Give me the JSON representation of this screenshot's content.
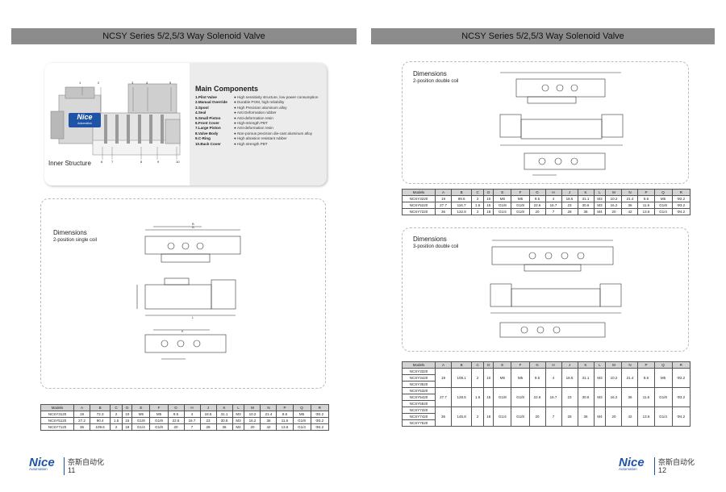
{
  "left_page": {
    "header": "NCSY Series 5/2,5/3 Way Solenoid Valve",
    "main_components": {
      "title": "Main Components",
      "items": [
        {
          "name": "1.Pilot Valve",
          "desc": "High sensitivity structure, low power consumption"
        },
        {
          "name": "2.Manual Override",
          "desc": "Durable POM, high reliability"
        },
        {
          "name": "3.Spool",
          "desc": "High Precision aluminum alloy"
        },
        {
          "name": "4.Seal",
          "desc": "Anti Deformation rubber"
        },
        {
          "name": "5.Small Piston",
          "desc": "Anti-deformation resin"
        },
        {
          "name": "6.Front Cover",
          "desc": "High-strength PBT"
        },
        {
          "name": "7.Large Piston",
          "desc": "Anti-deformation resin"
        },
        {
          "name": "8.Valve Body",
          "desc": "Non-porous precision die-cast aluminum alloy"
        },
        {
          "name": "9.C-Ring",
          "desc": "High abrasion resistant rubber"
        },
        {
          "name": "10.Back Cover",
          "desc": "High strength PBT"
        }
      ]
    },
    "inner_structure_label": "Inner Structure",
    "photo_brand": "Nice",
    "photo_brand_sub": "Automation",
    "callouts_top": [
      "1",
      "2",
      "3",
      "4",
      "5"
    ],
    "callouts_bottom": [
      "6",
      "7",
      "8",
      "9",
      "10"
    ],
    "dimensions_title": "Dimensions",
    "dimensions_subtitle": "2-position single coil",
    "table": {
      "headers": [
        "Models",
        "A",
        "B",
        "C",
        "D",
        "E",
        "F",
        "G",
        "H",
        "J",
        "K",
        "L",
        "M",
        "N",
        "P",
        "Q",
        "R"
      ],
      "rows": [
        [
          "NCSY3120",
          "19",
          "72.3",
          "2",
          "10",
          "M5",
          "M5",
          "9.5",
          "4",
          "18.5",
          "31.1",
          "M3",
          "10.2",
          "21.4",
          "8.6",
          "M5",
          "Φ2.2"
        ],
        [
          "NCSY5120",
          "27.2",
          "90.4",
          "1.6",
          "15",
          "G1/8",
          "G1/8",
          "22.6",
          "16.7",
          "23",
          "30.8",
          "M3",
          "16.2",
          "36",
          "11.6",
          "G1/8",
          "Φ3.2"
        ],
        [
          "NCSY7120",
          "36",
          "109.6",
          "2",
          "18",
          "G1/4",
          "G1/8",
          "20",
          "7",
          "28",
          "36",
          "M4",
          "20",
          "42",
          "13.6",
          "G1/4",
          "Φ4.2"
        ]
      ]
    },
    "footer": {
      "brand": "Nice",
      "brand_sub": "Automation",
      "chinese": "奈斯自动化",
      "page": "11"
    }
  },
  "right_page": {
    "header": "NCSY Series 5/2,5/3 Way Solenoid Valve",
    "section1": {
      "title": "Dimensions",
      "subtitle": "2-position double coil"
    },
    "table1": {
      "headers": [
        "Models",
        "A",
        "B",
        "C",
        "D",
        "E",
        "F",
        "G",
        "H",
        "J",
        "K",
        "L",
        "M",
        "N",
        "P",
        "Q",
        "R"
      ],
      "rows": [
        [
          "NCSY3220",
          "19",
          "99.6",
          "2",
          "10",
          "M5",
          "M5",
          "9.5",
          "4",
          "18.5",
          "31.1",
          "M3",
          "10.2",
          "21.4",
          "8.6",
          "M5",
          "Φ2.2"
        ],
        [
          "NCSY5220",
          "27.7",
          "116.7",
          "1.6",
          "15",
          "G1/8",
          "G1/8",
          "22.6",
          "16.7",
          "23",
          "30.6",
          "M3",
          "16.2",
          "36",
          "11.6",
          "G1/8",
          "Φ3.2"
        ],
        [
          "NCSY7220",
          "36",
          "132.8",
          "2",
          "18",
          "G1/4",
          "G1/8",
          "20",
          "7",
          "28",
          "36",
          "M4",
          "20",
          "42",
          "13.6",
          "G1/4",
          "Φ4.2"
        ]
      ]
    },
    "section2": {
      "title": "Dimensions",
      "subtitle": "3-position double coil"
    },
    "table2": {
      "headers": [
        "Models",
        "A",
        "B",
        "C",
        "D",
        "E",
        "F",
        "G",
        "H",
        "J",
        "K",
        "L",
        "M",
        "N",
        "P",
        "Q",
        "R"
      ],
      "models": [
        "NCSY3320",
        "NCSY3420",
        "NCSY3520",
        "NCSY5320",
        "NCSY5420",
        "NCSY5520",
        "NCSY7320",
        "NCSY7420",
        "NCSY7520"
      ],
      "groups": [
        [
          "19",
          "108.1",
          "2",
          "10",
          "M5",
          "M5",
          "9.5",
          "4",
          "18.5",
          "31.1",
          "M3",
          "10.2",
          "21.4",
          "8.6",
          "M5",
          "Φ2.2"
        ],
        [
          "27.7",
          "128.5",
          "1.6",
          "15",
          "G1/8",
          "G1/8",
          "22.6",
          "16.7",
          "23",
          "30.6",
          "M3",
          "16.2",
          "36",
          "11.6",
          "G1/8",
          "Φ3.2"
        ],
        [
          "36",
          "145.8",
          "2",
          "18",
          "G1/4",
          "G1/8",
          "20",
          "7",
          "28",
          "36",
          "M4",
          "20",
          "42",
          "13.6",
          "G1/4",
          "Φ4.2"
        ]
      ]
    },
    "footer": {
      "brand": "Nice",
      "brand_sub": "Automation",
      "chinese": "奈斯自动化",
      "page": "12"
    }
  }
}
